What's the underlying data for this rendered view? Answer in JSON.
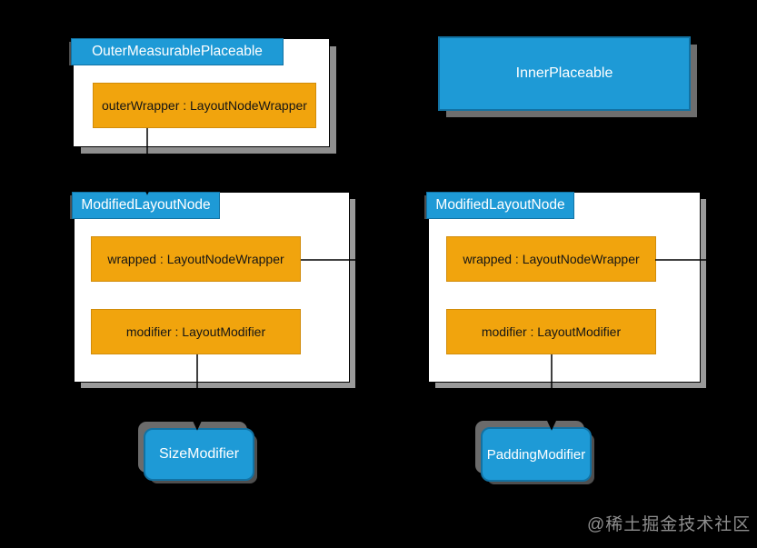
{
  "diagram": {
    "background": "#000000",
    "colors": {
      "node_header_blue": "#1E9AD6",
      "node_border_blue": "#1272A3",
      "field_orange": "#F1A40D",
      "field_orange_border": "#D18C0A",
      "node_body_white": "#FFFFFF",
      "connector_black": "#000000",
      "shadow_gray": "#8F8F8F",
      "watermark_gray": "#9E9E9E"
    },
    "nodes": {
      "outerMeasurablePlaceable": {
        "title": "OuterMeasurablePlaceable",
        "fields": [
          "outerWrapper : LayoutNodeWrapper"
        ]
      },
      "innerPlaceable": {
        "label": "InnerPlaceable"
      },
      "modifiedLayoutNodeLeft": {
        "title": "ModifiedLayoutNode",
        "fields": [
          "wrapped : LayoutNodeWrapper",
          "modifier : LayoutModifier"
        ]
      },
      "modifiedLayoutNodeRight": {
        "title": "ModifiedLayoutNode",
        "fields": [
          "wrapped : LayoutNodeWrapper",
          "modifier : LayoutModifier"
        ]
      },
      "sizeModifier": {
        "label": "SizeModifier"
      },
      "paddingModifier": {
        "label": "PaddingModifier"
      }
    },
    "watermark": "@稀土掘金技术社区"
  }
}
